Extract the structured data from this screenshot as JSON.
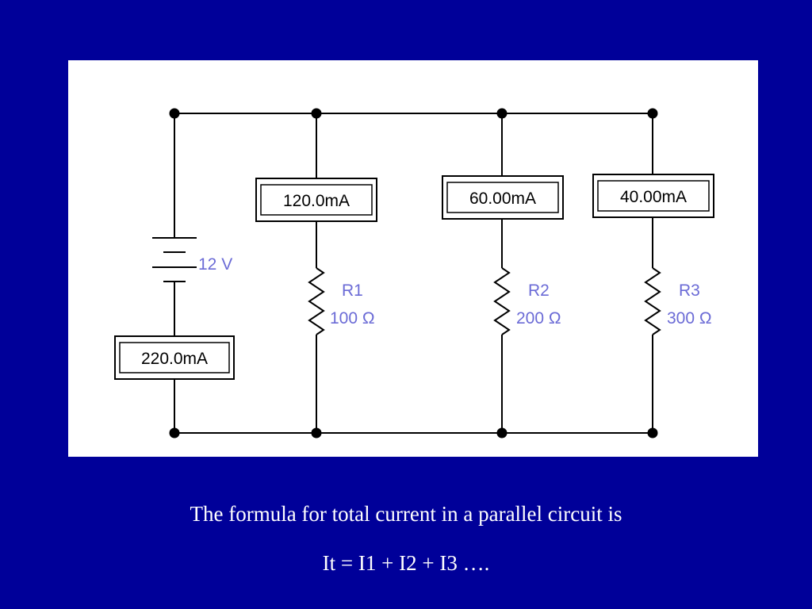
{
  "diagram": {
    "battery": {
      "voltage_label": "12 V"
    },
    "ammeters": {
      "total": "220.0mA",
      "r1": "120.0mA",
      "r2": "60.00mA",
      "r3": "40.00mA"
    },
    "resistors": [
      {
        "name": "R1",
        "value": "100 Ω"
      },
      {
        "name": "R2",
        "value": "200 Ω"
      },
      {
        "name": "R3",
        "value": "300 Ω"
      }
    ]
  },
  "caption": {
    "line1": "The formula for total current in a parallel circuit is",
    "line2": "It = I1 + I2 + I3 …."
  }
}
